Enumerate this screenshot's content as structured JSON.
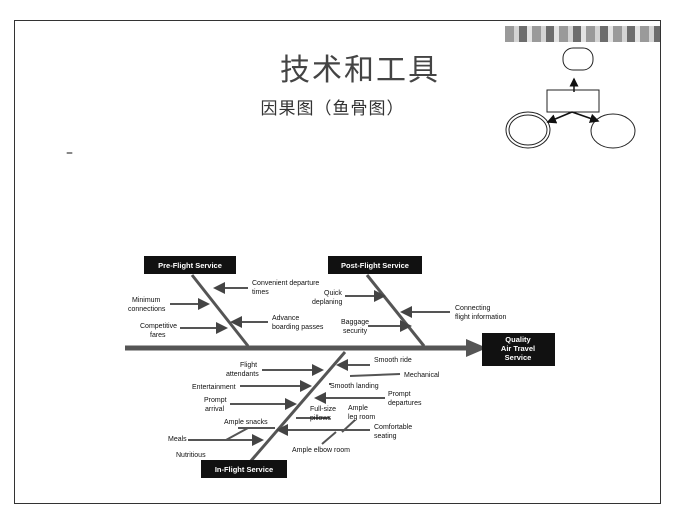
{
  "slide": {
    "title": "技术和工具",
    "subtitle": "因果图（鱼骨图）",
    "bullet": "–"
  },
  "fishbone": {
    "effect": [
      "Quality",
      "Air Travel",
      "Service"
    ],
    "categories": {
      "pre_flight": "Pre-Flight Service",
      "post_flight": "Post-Flight Service",
      "in_flight": "In-Flight Service"
    },
    "causes": {
      "convenient_departure": [
        "Convenient departure",
        "times"
      ],
      "minimum_connections": [
        "Minimum",
        "connections"
      ],
      "advance_boarding": [
        "Advance",
        "boarding passes"
      ],
      "competitive_fares": [
        "Competitive",
        "fares"
      ],
      "quick_deplaning": [
        "Quick",
        "deplaning"
      ],
      "connecting_info": [
        "Connecting",
        "flight information"
      ],
      "baggage_security": [
        "Baggage",
        "security"
      ],
      "flight_attendants": [
        "Flight",
        "attendants"
      ],
      "smooth_ride": [
        "Smooth ride"
      ],
      "mechanical": [
        "Mechanical"
      ],
      "entertainment": [
        "Entertainment"
      ],
      "smooth_landing": [
        "Smooth landing"
      ],
      "prompt_arrival": [
        "Prompt",
        "arrival"
      ],
      "prompt_departures": [
        "Prompt",
        "departures"
      ],
      "ample_snacks": [
        "Ample snacks"
      ],
      "full_size_pillows": [
        "Full-size",
        "pillows"
      ],
      "ample_leg_room": [
        "Ample",
        "leg room"
      ],
      "meals": [
        "Meals"
      ],
      "nutritious": [
        "Nutritious"
      ],
      "comfortable_seating": [
        "Comfortable",
        "seating"
      ],
      "ample_elbow_room": [
        "Ample elbow room"
      ]
    }
  }
}
